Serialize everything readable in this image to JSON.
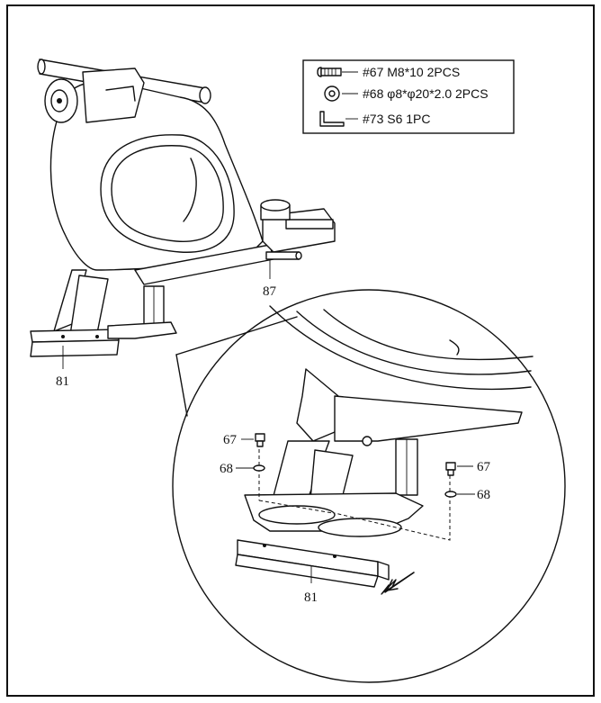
{
  "legend": {
    "items": [
      {
        "icon": "bolt-icon",
        "text": "#67 M8*10 2PCS"
      },
      {
        "icon": "washer-icon",
        "text": "#68 φ8*φ20*2.0 2PCS"
      },
      {
        "icon": "allen-key-icon",
        "text": "#73 S6 1PC"
      }
    ]
  },
  "callouts": {
    "part_87": "87",
    "part_81_top": "81",
    "part_67_left": "67",
    "part_68_left": "68",
    "part_67_right": "67",
    "part_68_right": "68",
    "part_81_detail": "81"
  }
}
